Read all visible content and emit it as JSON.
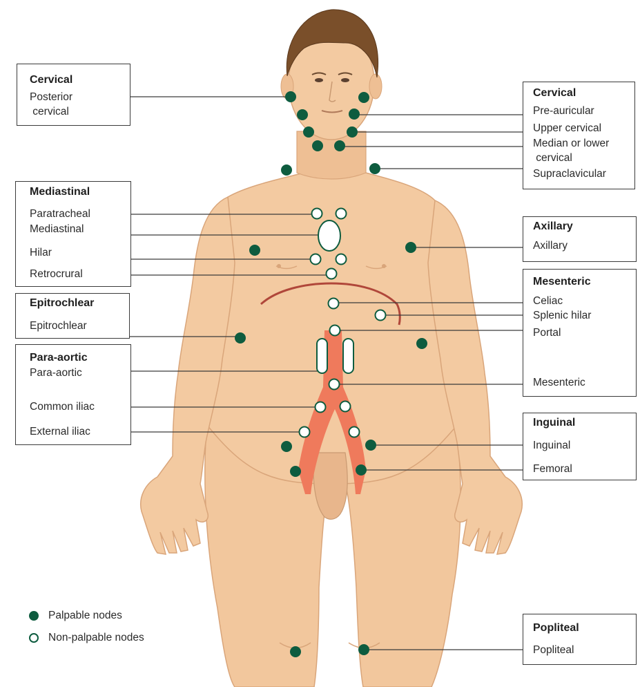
{
  "colors": {
    "palpable": "#0e5c3f",
    "skin": "#f3caa1",
    "skin_shadow": "#deaa7f",
    "hair": "#7a4f2a",
    "artery": "#ef7a5c",
    "diaphragm": "#b0473a",
    "leader_line": "#3a3a3a"
  },
  "groups": {
    "cervical_left": {
      "title": "Cervical",
      "items": [
        "Posterior",
        " cervical"
      ]
    },
    "mediastinal": {
      "title": "Mediastinal",
      "items": [
        "Paratracheal",
        "Mediastinal",
        "Hilar",
        "Retrocrural"
      ]
    },
    "epitrochlear": {
      "title": "Epitrochlear",
      "items": [
        "Epitrochlear"
      ]
    },
    "para_aortic": {
      "title": "Para-aortic",
      "items": [
        "Para-aortic",
        "Common iliac",
        "External iliac"
      ]
    },
    "cervical_right": {
      "title": "Cervical",
      "items": [
        "Pre-auricular",
        "Upper cervical",
        "Median or lower",
        " cervical",
        "Supraclavicular"
      ]
    },
    "axillary": {
      "title": "Axillary",
      "items": [
        "Axillary"
      ]
    },
    "mesenteric": {
      "title": "Mesenteric",
      "items": [
        "Celiac",
        "Splenic hilar",
        "Portal",
        "Mesenteric"
      ]
    },
    "inguinal": {
      "title": "Inguinal",
      "items": [
        "Inguinal",
        "Femoral"
      ]
    },
    "popliteal": {
      "title": "Popliteal",
      "items": [
        "Popliteal"
      ]
    }
  },
  "legend": {
    "palpable": "Palpable nodes",
    "non_palpable": "Non-palpable nodes"
  }
}
